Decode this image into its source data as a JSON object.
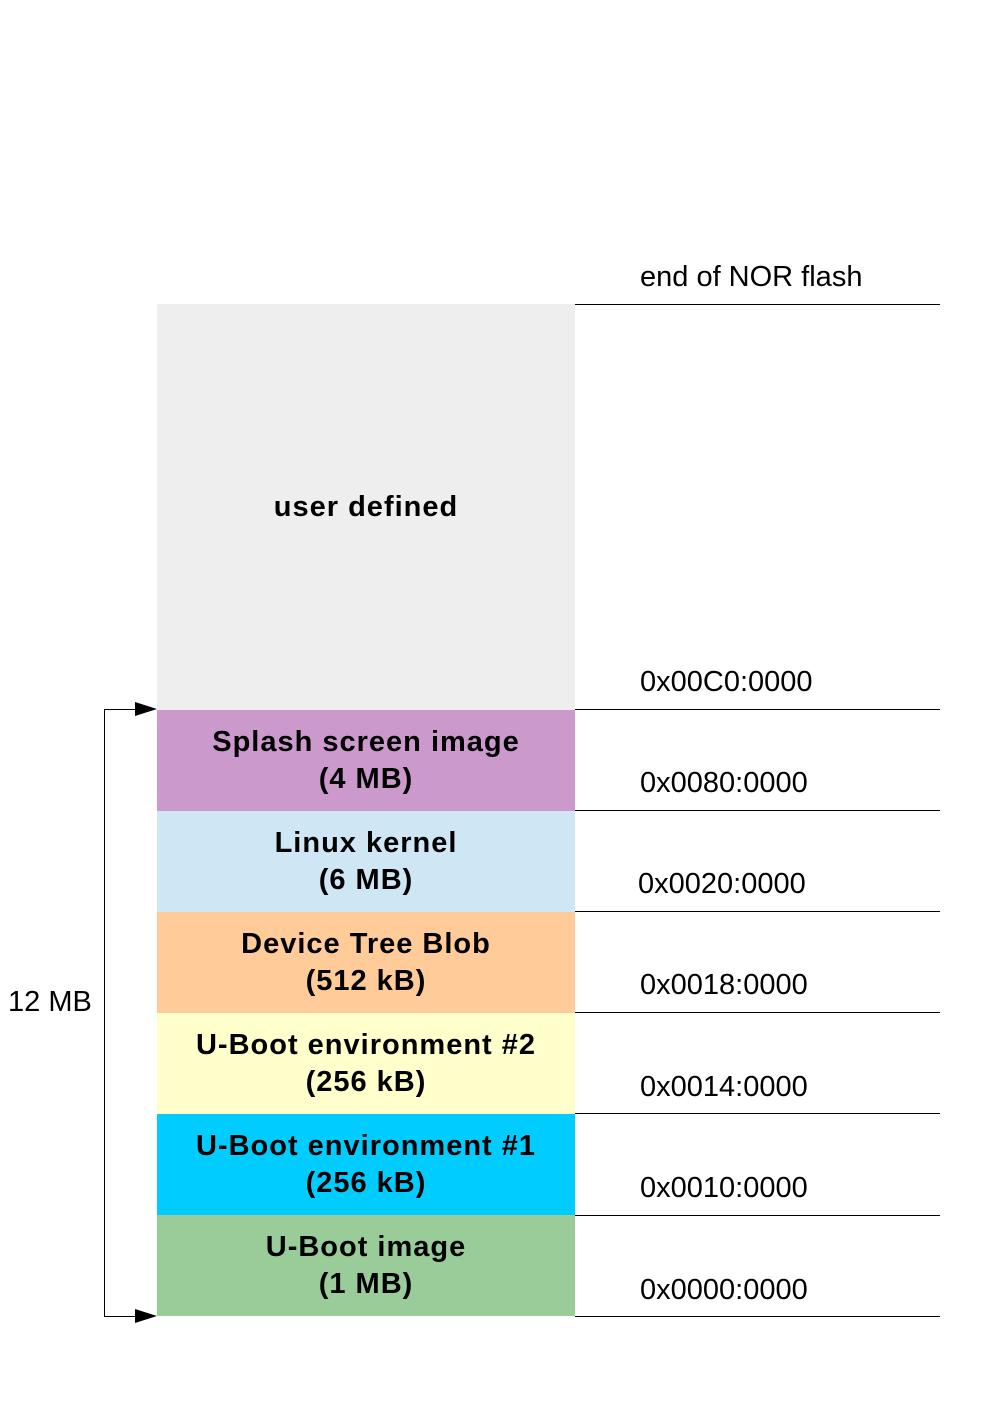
{
  "title_label": "end of NOR flash",
  "size_label": "12 MB",
  "blocks": [
    {
      "name": "user defined",
      "size": "",
      "color": "#eeeeee"
    },
    {
      "name": "Splash screen image",
      "size": "(4 MB)",
      "color": "#cc99cc"
    },
    {
      "name": "Linux kernel",
      "size": "(6 MB)",
      "color": "#cfe6f4"
    },
    {
      "name": "Device Tree Blob",
      "size": "(512 kB)",
      "color": "#ffcc99"
    },
    {
      "name": "U-Boot environment #2",
      "size": "(256 kB)",
      "color": "#ffffcc"
    },
    {
      "name": "U-Boot environment #1",
      "size": "(256 kB)",
      "color": "#00ccff"
    },
    {
      "name": "U-Boot image",
      "size": "(1 MB)",
      "color": "#99cc99"
    }
  ],
  "addresses": [
    "0x00C0:0000",
    "0x0080:0000",
    "0x0020:0000",
    "0x0018:0000",
    "0x0014:0000",
    "0x0010:0000",
    "0x0000:0000"
  ]
}
